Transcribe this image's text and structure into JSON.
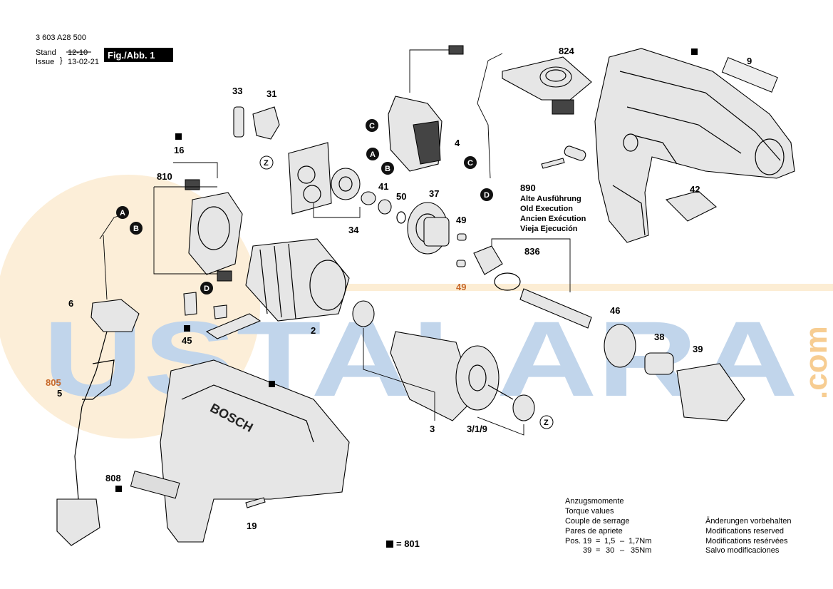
{
  "header": {
    "doc_number": "3 603 A28 500",
    "stand_label": "Stand",
    "issue_label": "Issue",
    "old_date": "12-10",
    "new_date": "13-02-21",
    "fig_label": "Fig./Abb. 1"
  },
  "watermark": {
    "text": "USTALARA",
    "suffix": ".com"
  },
  "part_labels": {
    "p824": "824",
    "p9": "9",
    "p33": "33",
    "p31": "31",
    "p16": "16",
    "p810": "810",
    "p4": "4",
    "p890": "890",
    "p42": "42",
    "p41": "41",
    "p50": "50",
    "p37": "37",
    "p34": "34",
    "p49a": "49",
    "p836": "836",
    "p49b": "49",
    "p6": "6",
    "p2": "2",
    "p46": "46",
    "p45": "45",
    "p38": "38",
    "p39": "39",
    "p805": "805",
    "p5": "5",
    "p3": "3",
    "p319": "3/1/9",
    "p808": "808",
    "p19": "19"
  },
  "old_execution": [
    "Alte Ausführung",
    "Old Execution",
    "Ancien Exécution",
    "Vieja Ejecución"
  ],
  "connectors": {
    "a": "A",
    "b": "B",
    "c": "C",
    "d": "D",
    "z": "Z"
  },
  "brand": "BOSCH",
  "legend_801": "= 801",
  "torque": {
    "lines": [
      "Anzugsmomente",
      "Torque values",
      "Couple de serrage",
      "Pares de apriete"
    ],
    "row1": {
      "pos": "Pos.",
      "item": "19",
      "eq": "=",
      "min": "1,5",
      "dash": "–",
      "max": "1,7Nm"
    },
    "row2": {
      "item": "39",
      "eq": "=",
      "min": "30",
      "dash": "–",
      "max": "35Nm"
    }
  },
  "changes": [
    "Änderungen vorbehalten",
    "Modifications reserved",
    "Modifications resérvées",
    "Salvo modificaciones"
  ],
  "colors": {
    "connector_fill": "#111111",
    "wm_orange": "#f0a43a",
    "wm_blue": "#8fb3da",
    "label_orange": "#c8692a"
  }
}
